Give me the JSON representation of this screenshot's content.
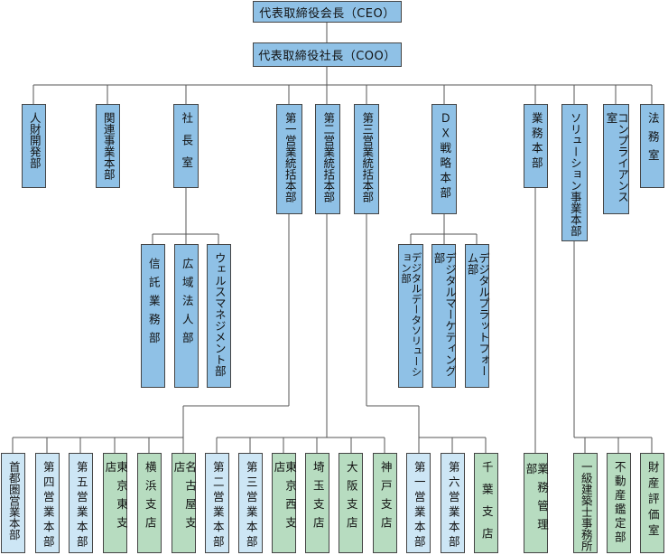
{
  "ceo": {
    "label": "代表取締役会長（CEO）"
  },
  "coo": {
    "label": "代表取締役社長（COO）"
  },
  "departments": [
    {
      "label": "人財開発部"
    },
    {
      "label": "関連事業本部"
    },
    {
      "label": "社長室"
    },
    {
      "label": "第一営業統括本部"
    },
    {
      "label": "第二営業統括本部"
    },
    {
      "label": "第三営業統括本部"
    },
    {
      "label": "ＤＸ戦略本部"
    },
    {
      "label": "業務本部"
    },
    {
      "label": "ソリューション事業本部"
    },
    {
      "label": "コンプライアンス室"
    },
    {
      "label": "法務室"
    }
  ],
  "presidents_office_units": [
    {
      "label": "信託業務部"
    },
    {
      "label": "広域法人部"
    },
    {
      "label": "ウェルスマネジメント部"
    }
  ],
  "dx_units": [
    {
      "label": "デジタルデータソリューション部"
    },
    {
      "label": "デジタルマーケティング部"
    },
    {
      "label": "デジタルプラットフォーム部"
    }
  ],
  "sales1_units": [
    {
      "label": "首都圏営業本部"
    },
    {
      "label": "第四営業本部"
    },
    {
      "label": "第五営業本部"
    },
    {
      "label": "東京東支店"
    },
    {
      "label": "横浜支店"
    },
    {
      "label": "名古屋支店"
    }
  ],
  "sales2_units": [
    {
      "label": "第二営業本部"
    },
    {
      "label": "第三営業本部"
    },
    {
      "label": "東京西支店"
    },
    {
      "label": "埼玉支店"
    },
    {
      "label": "大阪支店"
    },
    {
      "label": "神戸支店"
    }
  ],
  "sales3_units": [
    {
      "label": "第一営業本部"
    },
    {
      "label": "第六営業本部"
    },
    {
      "label": "千葉支店"
    }
  ],
  "operations_units": [
    {
      "label": "業務管理部"
    }
  ],
  "solution_units": [
    {
      "label": "一級建築士事務所"
    },
    {
      "label": "不動産鑑定部"
    },
    {
      "label": "財産評価室"
    }
  ]
}
